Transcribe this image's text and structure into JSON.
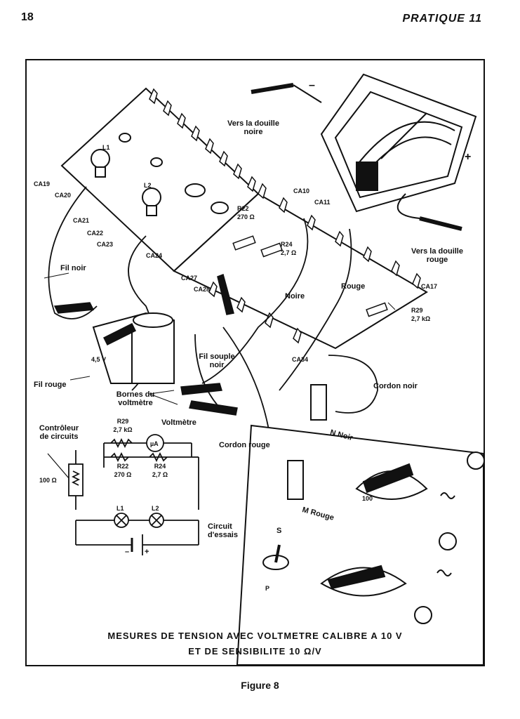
{
  "page": {
    "number": "18",
    "section": "PRATIQUE 11"
  },
  "figure": {
    "caption_line1": "MESURES DE TENSION AVEC VOLTMETRE CALIBRE A 10 V",
    "caption_line2": "ET DE SENSIBILITE 10 Ω/V",
    "label": "Figure 8"
  },
  "labels": {
    "vers_noire": "Vers la douille\nnoire",
    "vers_rouge": "Vers la douille\nrouge",
    "ca19": "CA19",
    "ca20": "CA20",
    "ca21": "CA21",
    "ca22": "CA22",
    "ca23": "CA23",
    "ca24": "CA24",
    "ca10": "CA10",
    "ca11": "CA11",
    "ca27": "CA27",
    "ca28": "CA28",
    "ca17": "CA17",
    "ca34": "CA34",
    "l1": "L1",
    "l2": "L2",
    "r22": "R22\n270 Ω",
    "r24": "R24\n2,7 Ω",
    "r29": "R29\n2,7 kΩ",
    "fil_noir": "Fil noir",
    "fil_rouge": "Fil rouge",
    "battery": "4,5 V",
    "noire": "Noire",
    "rouge": "Rouge",
    "fil_souple_noir": "Fil souple\nnoir",
    "bornes": "Bornes du\nvoltmètre",
    "voltmetre": "Voltmètre",
    "cordon_noir": "Cordon noir",
    "cordon_rouge": "Cordon rouge",
    "controleur": "Contrôleur\nde circuits",
    "n_noir": "N Noir",
    "m_rouge": "M Rouge",
    "schema_r29": "R29\n2,7 kΩ",
    "schema_ua": "µA",
    "schema_r22": "R22\n270 Ω",
    "schema_r24": "R24\n2,7 Ω",
    "schema_100": "100 Ω",
    "schema_l1": "L1",
    "schema_l2": "L2",
    "circuit_essais": "Circuit\nd'essais",
    "s": "S",
    "p": "P",
    "minus": "–",
    "plus": "+",
    "dial_100": "100"
  }
}
